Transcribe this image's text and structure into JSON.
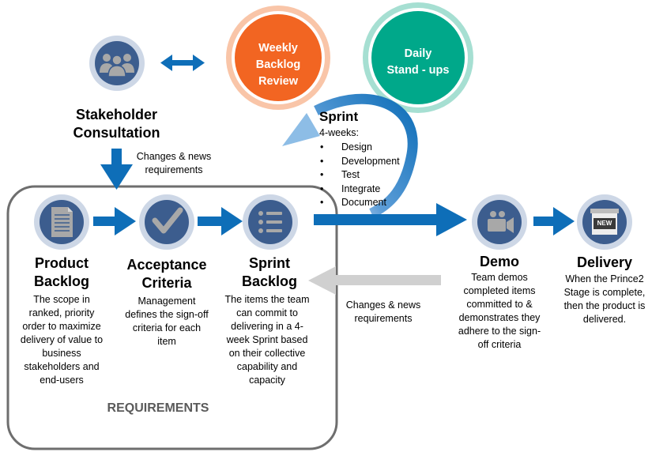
{
  "stakeholder": {
    "title_line1": "Stakeholder",
    "title_line2": "Consultation",
    "icon": "people-group-icon"
  },
  "changes_top": {
    "line1": "Changes & news",
    "line2": "requirements"
  },
  "weekly": {
    "line1": "Weekly",
    "line2": "Backlog Review",
    "color": "#F26522"
  },
  "daily": {
    "line1": "Daily",
    "line2": "Stand - ups",
    "color": "#00A88A"
  },
  "sprint": {
    "title": "Sprint",
    "subtitle": "4-weeks:",
    "items": [
      "Design",
      "Development",
      "Test",
      "Integrate",
      "Document"
    ]
  },
  "product_backlog": {
    "title_line1": "Product",
    "title_line2": "Backlog",
    "icon": "document-icon",
    "desc": [
      "The scope in",
      "ranked, priority",
      "order to maximize",
      "delivery of value to",
      "business",
      "stakeholders and",
      "end-users"
    ]
  },
  "acceptance": {
    "title_line1": "Acceptance",
    "title_line2": "Criteria",
    "icon": "checkmark-icon",
    "desc": [
      "Management",
      "defines the sign-off",
      "criteria for each",
      "item"
    ]
  },
  "sprint_backlog": {
    "title_line1": "Sprint",
    "title_line2": "Backlog",
    "icon": "list-icon",
    "desc": [
      "The items the team",
      "can commit to",
      "delivering in a 4-",
      "week Sprint based",
      "on their collective",
      "capability and",
      "capacity"
    ]
  },
  "requirements_label": "REQUIREMENTS",
  "changes_bottom": {
    "line1": "Changes & news",
    "line2": "requirements"
  },
  "demo": {
    "title": "Demo",
    "icon": "video-camera-icon",
    "desc": [
      "Team demos",
      "completed items",
      "committed to &",
      "demonstrates they",
      "adhere to the sign-",
      "off criteria"
    ]
  },
  "delivery": {
    "title": "Delivery",
    "icon": "new-box-icon",
    "badge": "NEW",
    "desc": [
      "When the Prince2",
      "Stage is complete,",
      "then the product is",
      "delivered."
    ]
  },
  "colors": {
    "blue": "#0E6EB8",
    "icon_ring": "#CDD7E6",
    "icon_fill": "#3C5D8E",
    "icon_glyph": "#A8A8A8",
    "grey_arrow": "#D0D0D0",
    "box_border": "#6E6E6E",
    "requirements_text": "#5A5A5A"
  }
}
